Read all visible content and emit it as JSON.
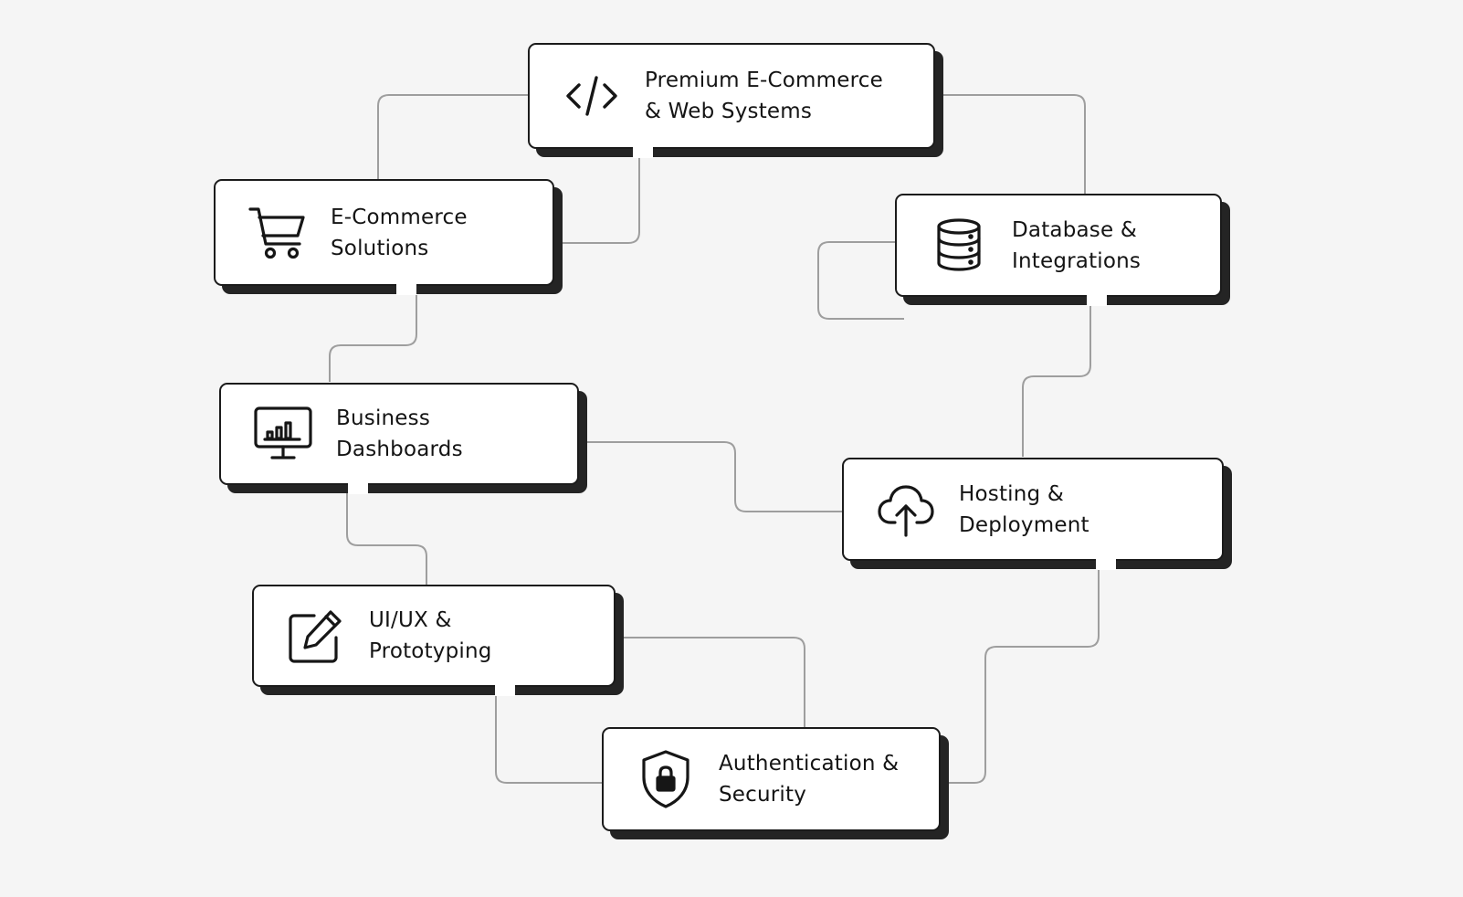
{
  "colors": {
    "background": "#f5f5f5",
    "card": "#ffffff",
    "card_border": "#1b1b1b",
    "shadow": "#242424",
    "connector": "#9e9e9e",
    "text": "#141414"
  },
  "nodes": [
    {
      "id": "premium-web",
      "icon": "code-icon",
      "line1": "Premium E-Commerce",
      "line2": "& Web Systems"
    },
    {
      "id": "ecommerce",
      "icon": "shopping-cart-icon",
      "line1": "E-Commerce",
      "line2": "Solutions"
    },
    {
      "id": "database",
      "icon": "database-icon",
      "line1": "Database &",
      "line2": "Integrations"
    },
    {
      "id": "dashboards",
      "icon": "dashboard-monitor-icon",
      "line1": "Business",
      "line2": "Dashboards"
    },
    {
      "id": "hosting",
      "icon": "cloud-upload-icon",
      "line1": "Hosting &",
      "line2": "Deployment"
    },
    {
      "id": "uiux",
      "icon": "edit-pencil-icon",
      "line1": "UI/UX &",
      "line2": "Prototyping"
    },
    {
      "id": "auth",
      "icon": "shield-lock-icon",
      "line1": "Authentication &",
      "line2": "Security"
    }
  ],
  "connections": [
    {
      "from": "premium-web",
      "to": "ecommerce"
    },
    {
      "from": "premium-web",
      "to": "database"
    },
    {
      "from": "ecommerce",
      "to": "dashboards"
    },
    {
      "from": "database",
      "to": "hosting"
    },
    {
      "from": "dashboards",
      "to": "hosting"
    },
    {
      "from": "dashboards",
      "to": "uiux"
    },
    {
      "from": "uiux",
      "to": "auth"
    },
    {
      "from": "hosting",
      "to": "auth"
    }
  ]
}
